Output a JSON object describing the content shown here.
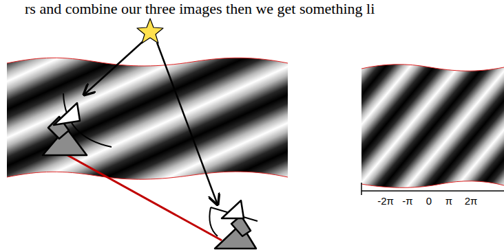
{
  "diagram": {
    "labels": [
      "rs and combine our three images then we get something li",
      "-2π",
      "-π",
      "0",
      "π",
      "2π"
    ]
  }
}
